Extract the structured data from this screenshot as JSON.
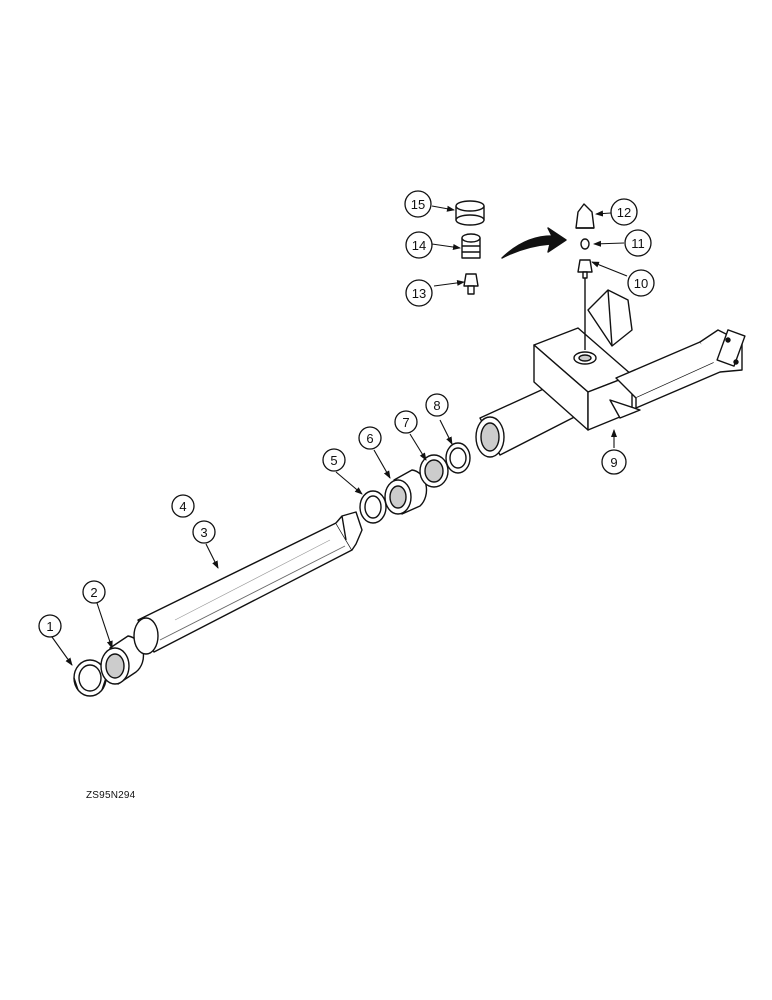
{
  "callouts": [
    "1",
    "2",
    "3",
    "4",
    "5",
    "6",
    "7",
    "8",
    "9",
    "10",
    "11",
    "12",
    "13",
    "14",
    "15"
  ],
  "drawing_code": "ZS95N294"
}
